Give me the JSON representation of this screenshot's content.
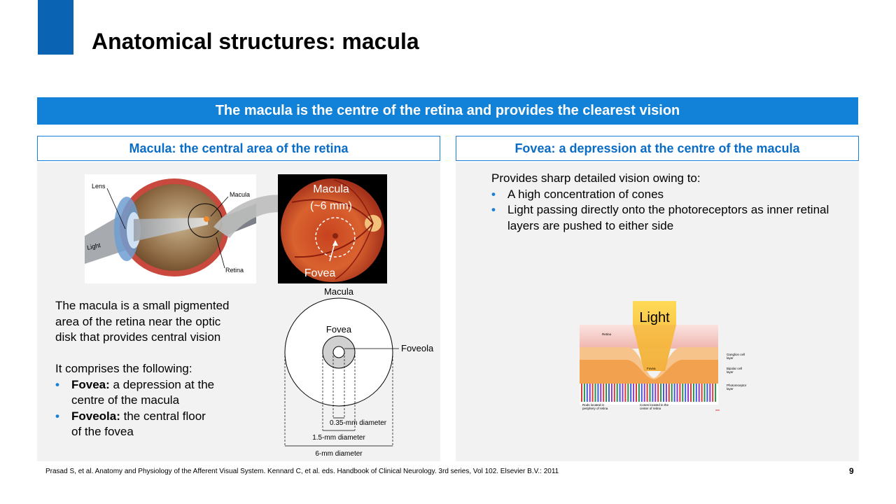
{
  "slide": {
    "title": "Anatomical structures: macula",
    "banner": "The macula is the centre of the retina and provides the clearest vision",
    "page_number": "9",
    "footer_reference": "Prasad S, et al. Anatomy and Physiology of the Afferent Visual System. Kennard C, et al. eds. Handbook of Clinical Neurology. 3rd series, Vol 102. Elsevier B.V.: 2011"
  },
  "left_column": {
    "heading": "Macula: the central area of the retina",
    "eye_labels": {
      "lens": "Lens",
      "macula": "Macula",
      "light": "Light",
      "retina": "Retina"
    },
    "fundus_labels": {
      "macula": "Macula",
      "size": "(~6 mm)",
      "fovea": "Fovea"
    },
    "diagram_labels": {
      "macula": "Macula",
      "fovea": "Fovea",
      "foveola": "Foveola",
      "d1": "0.35-mm diameter",
      "d2": "1.5-mm diameter",
      "d3": "6-mm diameter"
    },
    "description": [
      "The macula is a small pigmented",
      "area of the retina near the optic",
      "disk that provides central vision"
    ],
    "comprises": "It comprises the following:",
    "bullets": [
      {
        "term": "Fovea:",
        "text": " a depression at the",
        "cont": "centre of the macula"
      },
      {
        "term": "Foveola:",
        "text": " the central floor",
        "cont": "of the fovea"
      }
    ]
  },
  "right_column": {
    "heading": "Fovea: a depression at the centre of the macula",
    "intro": "Provides sharp detailed vision owing to:",
    "bullets": [
      "A high concentration of cones",
      "Light passing directly onto the photoreceptors as inner retinal",
      "layers are pushed to either side"
    ],
    "cross_section_labels": {
      "light": "Light",
      "retina": "Retina",
      "fovea": "Fovea",
      "ganglion1": "Ganglion cell",
      "ganglion2": "layer",
      "bipolar1": "Bipolar cell",
      "bipolar2": "layer",
      "photo1": "Photoreceptor",
      "photo2": "layer",
      "rods1": "Rods located in",
      "rods2": "periphery of retina",
      "cones1": "Cones located in the",
      "cones2": "center of retina"
    }
  },
  "colors": {
    "accent": "#0a63b3",
    "banner": "#1281d8",
    "heading_text": "#0a6cc4",
    "panel_bg": "#f2f2f2"
  },
  "icons": [
    "eye-anatomy-illustration",
    "fundus-photograph",
    "macula-diagram",
    "fovea-cross-section"
  ]
}
